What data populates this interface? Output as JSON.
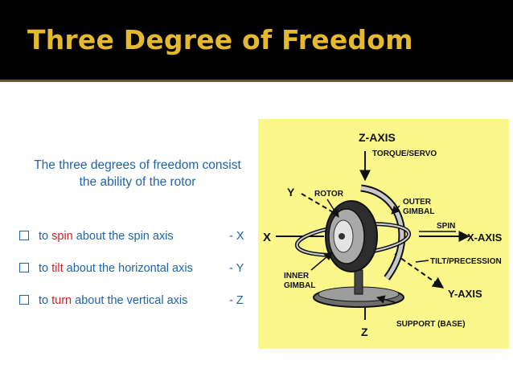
{
  "slide": {
    "title": "Three Degree of Freedom",
    "intro_line1": "The three degrees of freedom consist",
    "intro_line2": "the ability of the rotor"
  },
  "bullets": [
    {
      "pre": "to ",
      "keyword": "spin",
      "post": " about the spin axis",
      "axis": "- X"
    },
    {
      "pre": "to ",
      "keyword": "tilt",
      "post": " about the horizontal axis",
      "axis": "- Y"
    },
    {
      "pre": "to ",
      "keyword": "turn",
      "post": " about the vertical axis",
      "axis": "- Z"
    }
  ],
  "figure": {
    "labels": {
      "z_axis": "Z-AXIS",
      "torque": "TORQUE/SERVO",
      "y": "Y",
      "rotor": "ROTOR",
      "outer1": "OUTER",
      "outer2": "GIMBAL",
      "x": "X",
      "spin": "SPIN",
      "x_axis": "X-AXIS",
      "tilt": "TILT/PRECESSION",
      "inner1": "INNER",
      "inner2": "GIMBAL",
      "y_axis": "Y-AXIS",
      "support": "SUPPORT (BASE)",
      "z": "Z"
    }
  },
  "colors": {
    "title_bar": "#000000",
    "title_text": "#e5b92e",
    "body_text": "#1f64a8",
    "keyword": "#d1202a",
    "figure_bg": "#fbf78a"
  }
}
